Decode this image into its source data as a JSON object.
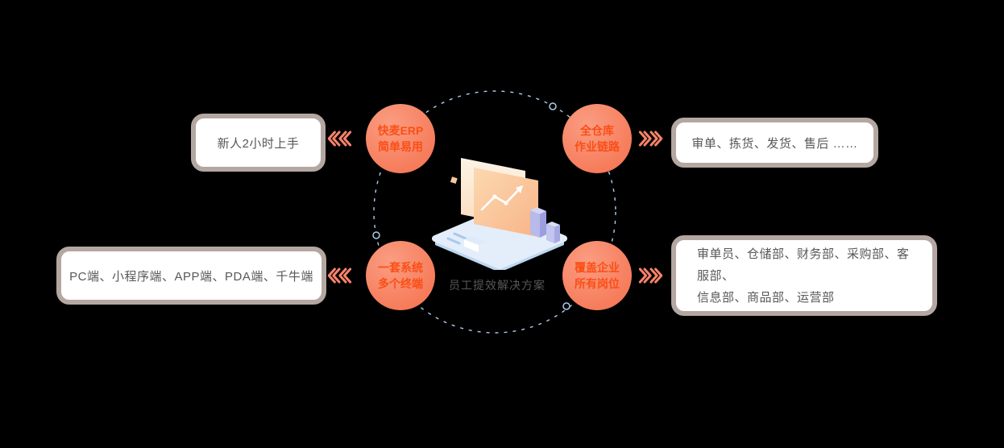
{
  "center": {
    "label": "员工提效解决方案"
  },
  "quadrants": {
    "top_left": {
      "circle_line1": "快麦ERP",
      "circle_line2": "简单易用",
      "box_text": "新人2小时上手"
    },
    "top_right": {
      "circle_line1": "全仓库",
      "circle_line2": "作业链路",
      "box_text": "审单、拣货、发货、售后 ……"
    },
    "bottom_left": {
      "circle_line1": "一套系统",
      "circle_line2": "多个终端",
      "box_text": "PC端、小程序端、APP端、PDA端、千牛端"
    },
    "bottom_right": {
      "circle_line1": "覆盖企业",
      "circle_line2": "所有岗位",
      "box_line1": "审单员、仓储部、财务部、采购部、客服部、",
      "box_line2": "信息部、商品部、运营部"
    }
  },
  "icons": {
    "chevron_left": "《《",
    "chevron_right": "》》"
  },
  "colors": {
    "accent_coral": "#f8836b",
    "bubble_fill": "#f67c5b",
    "bubble_text": "#fa4f17",
    "box_border": "#b4a7a1",
    "box_text": "#595757",
    "orbit_blue": "#aecbec",
    "background": "#000000"
  }
}
